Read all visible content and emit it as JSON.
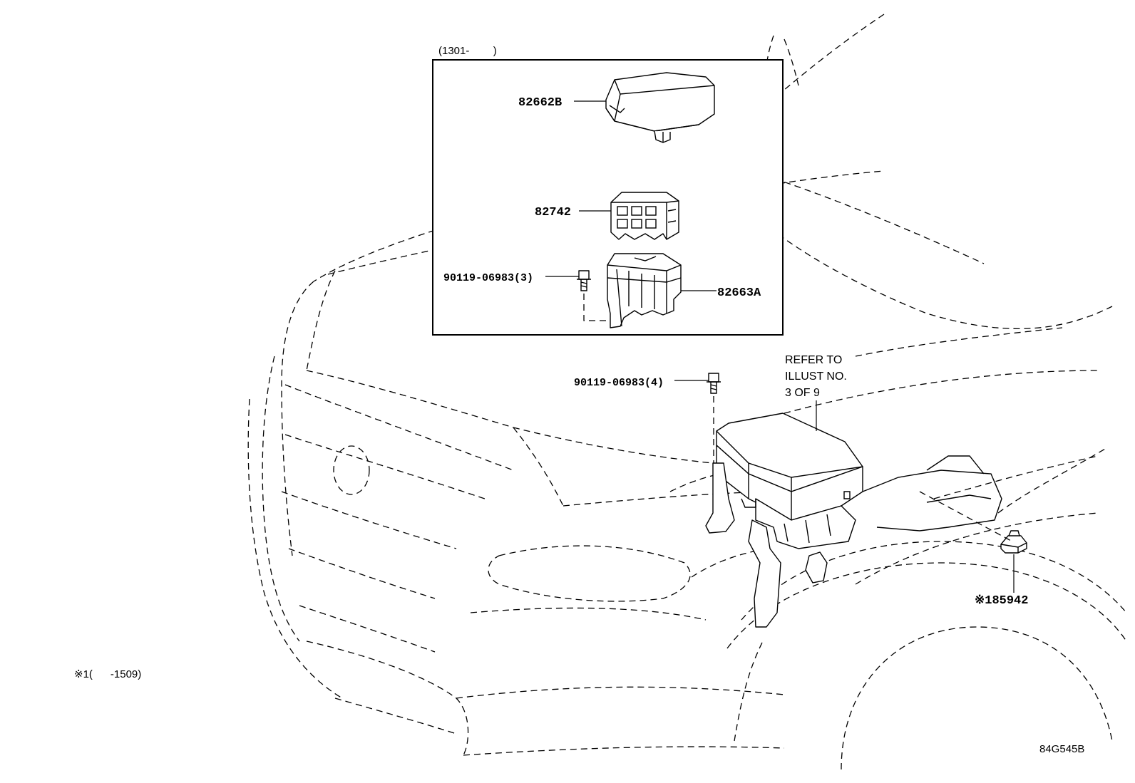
{
  "inset": {
    "date_range_label": "(1301-        )",
    "parts": {
      "cover": "82662B",
      "block": "82742",
      "bracket": "82663A",
      "bolt": "90119-06983(3)"
    }
  },
  "main": {
    "bolt": "90119-06983(4)",
    "refer_note": [
      "REFER TO",
      "ILLUST NO.",
      "3 OF 9"
    ],
    "relay_part": "※185942"
  },
  "footnote": "※1(      -1509)",
  "illustration_code": "84G545B"
}
